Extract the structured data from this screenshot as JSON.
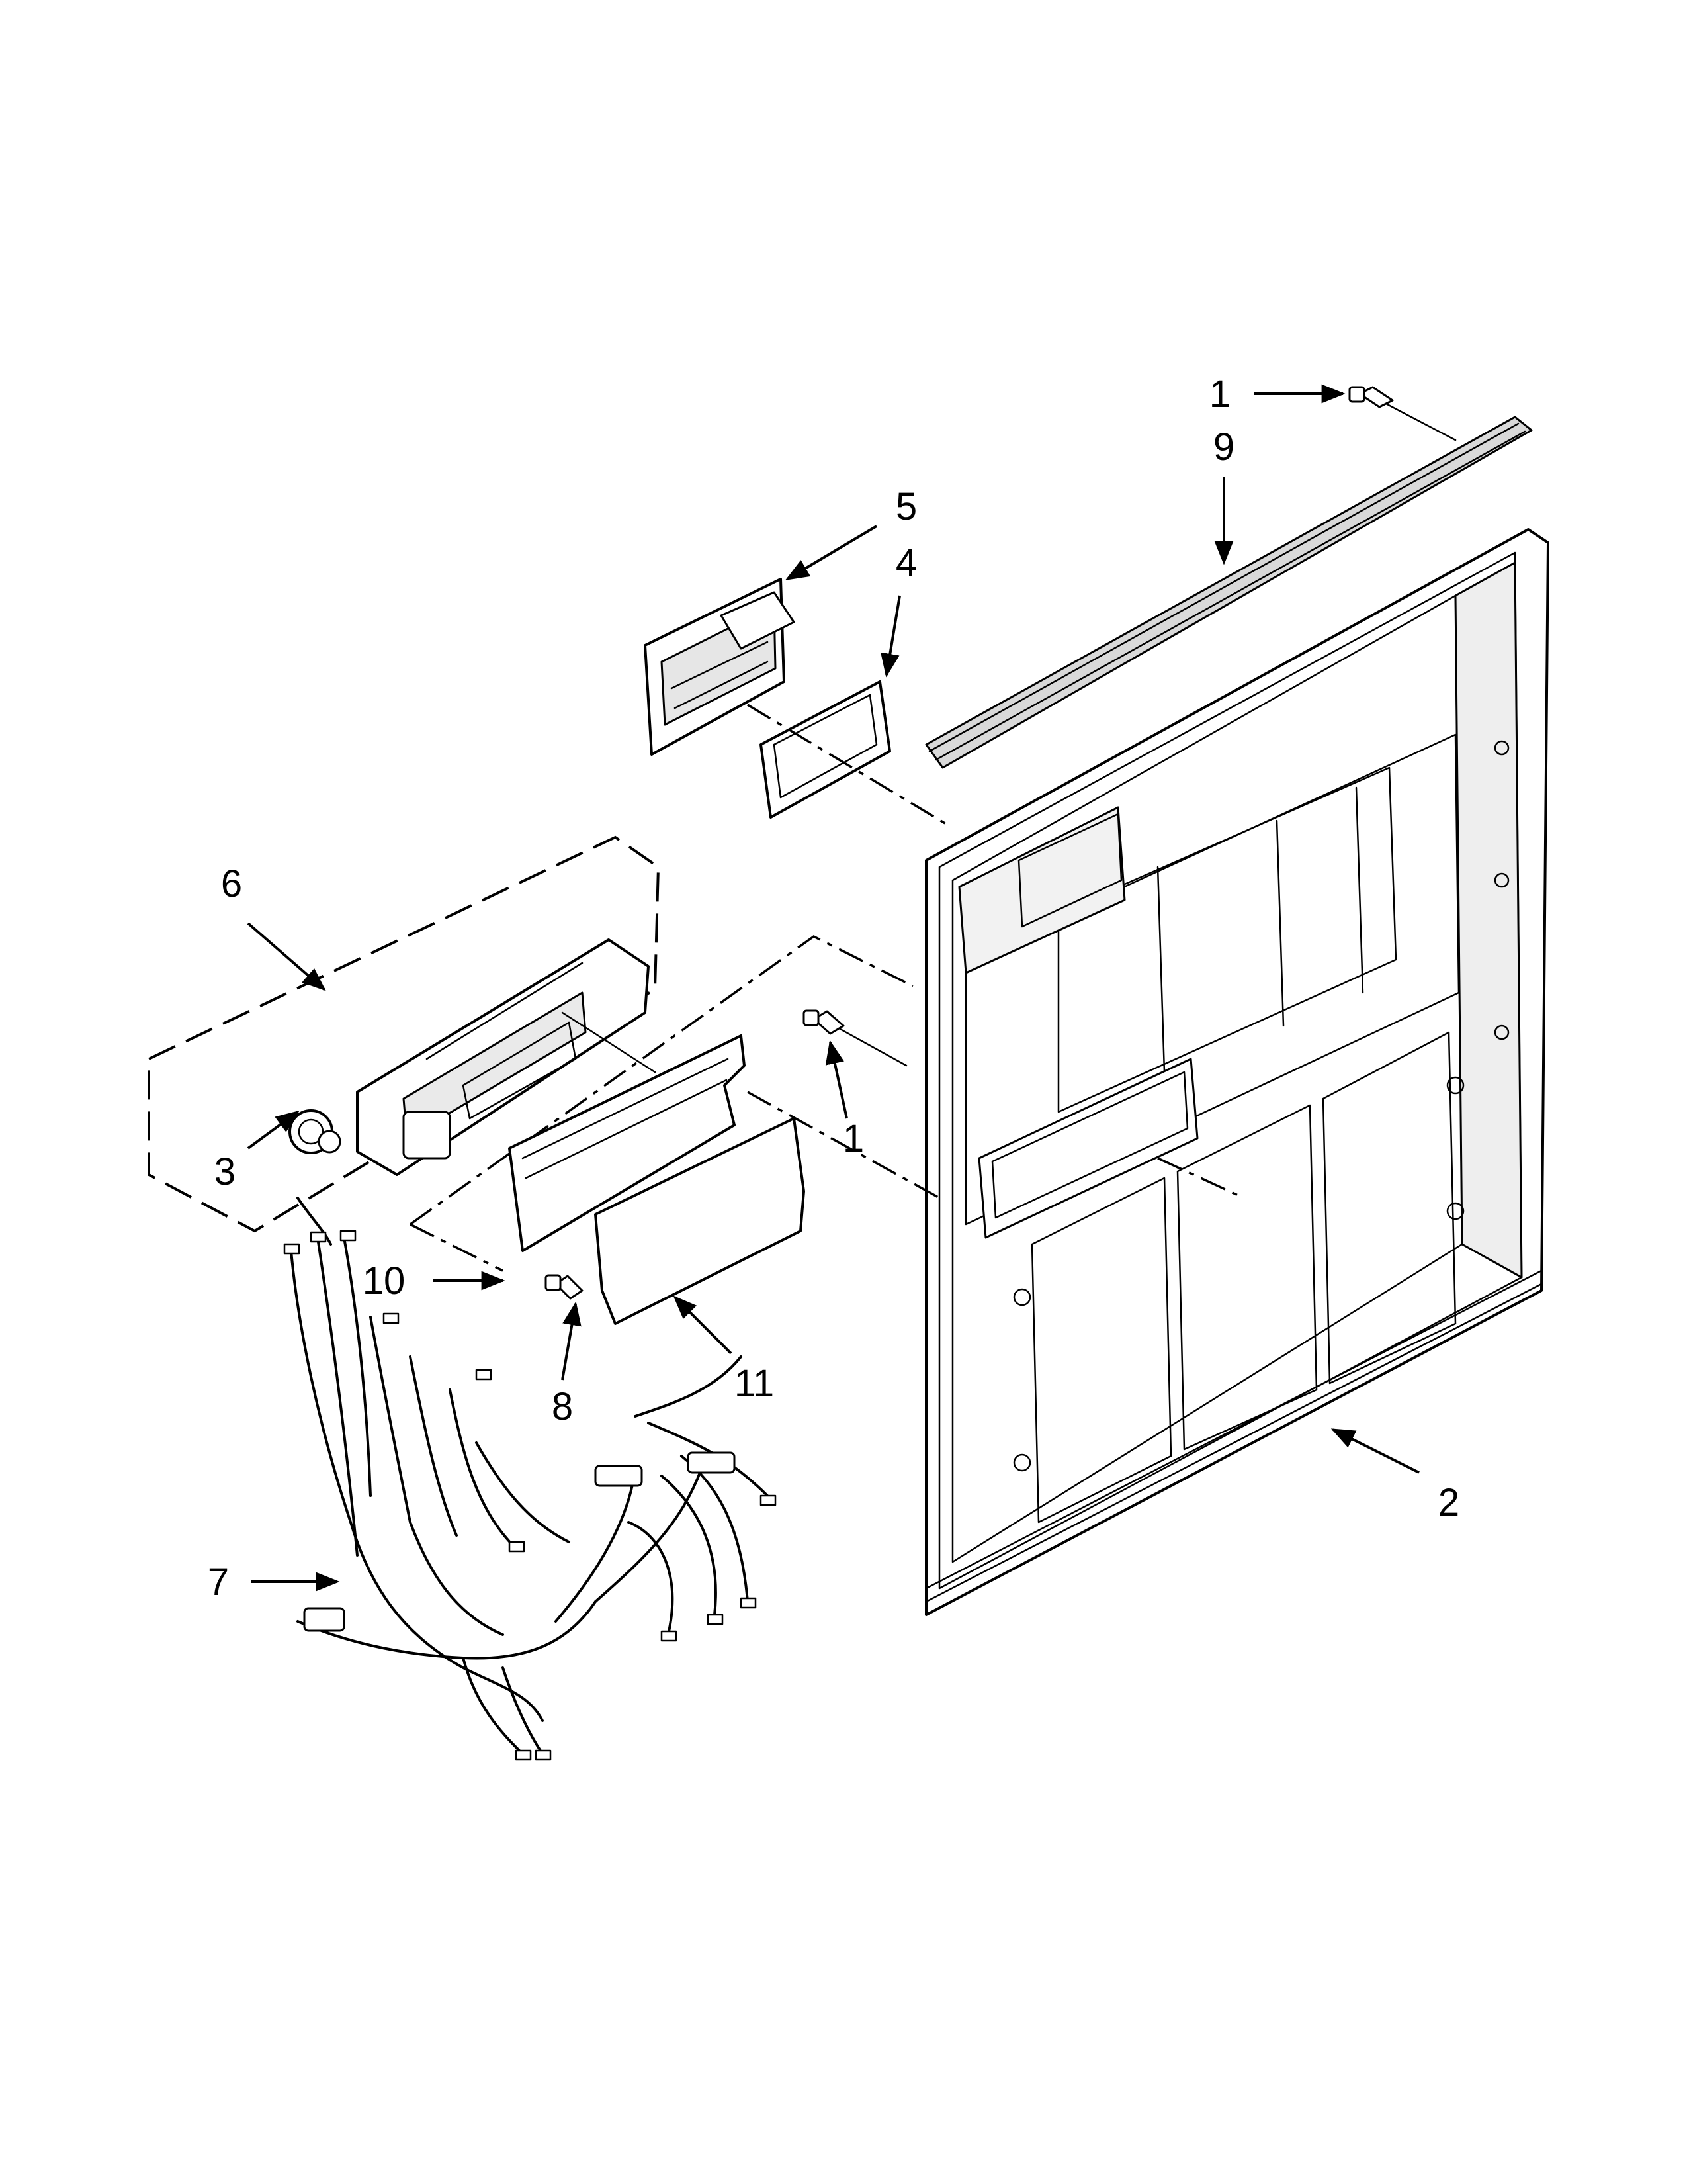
{
  "callouts": {
    "c1a": "1",
    "c9": "9",
    "c5": "5",
    "c4": "4",
    "c6": "6",
    "c3": "3",
    "c1b": "1",
    "c10": "10",
    "c8": "8",
    "c11": "11",
    "c7": "7",
    "c2": "2"
  }
}
